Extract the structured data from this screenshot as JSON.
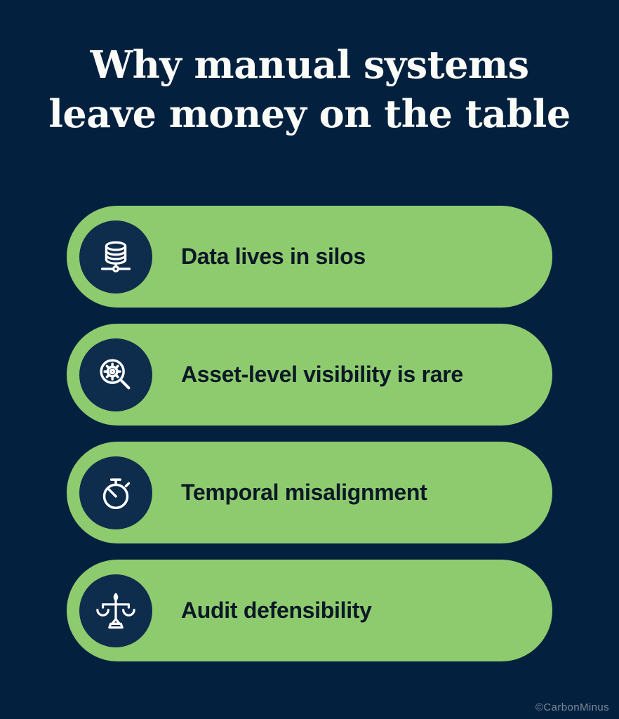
{
  "title": {
    "line1": "Why manual systems",
    "line2": "leave money on the table"
  },
  "rows": [
    {
      "label": "Data lives in silos",
      "icon": "database-network-icon"
    },
    {
      "label": "Asset-level visibility is rare",
      "icon": "gear-magnifier-icon"
    },
    {
      "label": "Temporal misalignment",
      "icon": "stopwatch-icon"
    },
    {
      "label": "Audit defensibility",
      "icon": "balance-scales-icon"
    }
  ],
  "watermark": "©CarbonMinus",
  "colors": {
    "background_navy": "#03213e",
    "pill_green": "#8ecb6e",
    "icon_circle_navy": "#0e2c4c",
    "icon_stroke": "#ffffff",
    "label_text": "#0b1827",
    "title_text": "#fbfbf8",
    "watermark_text": "#7f8a98"
  }
}
